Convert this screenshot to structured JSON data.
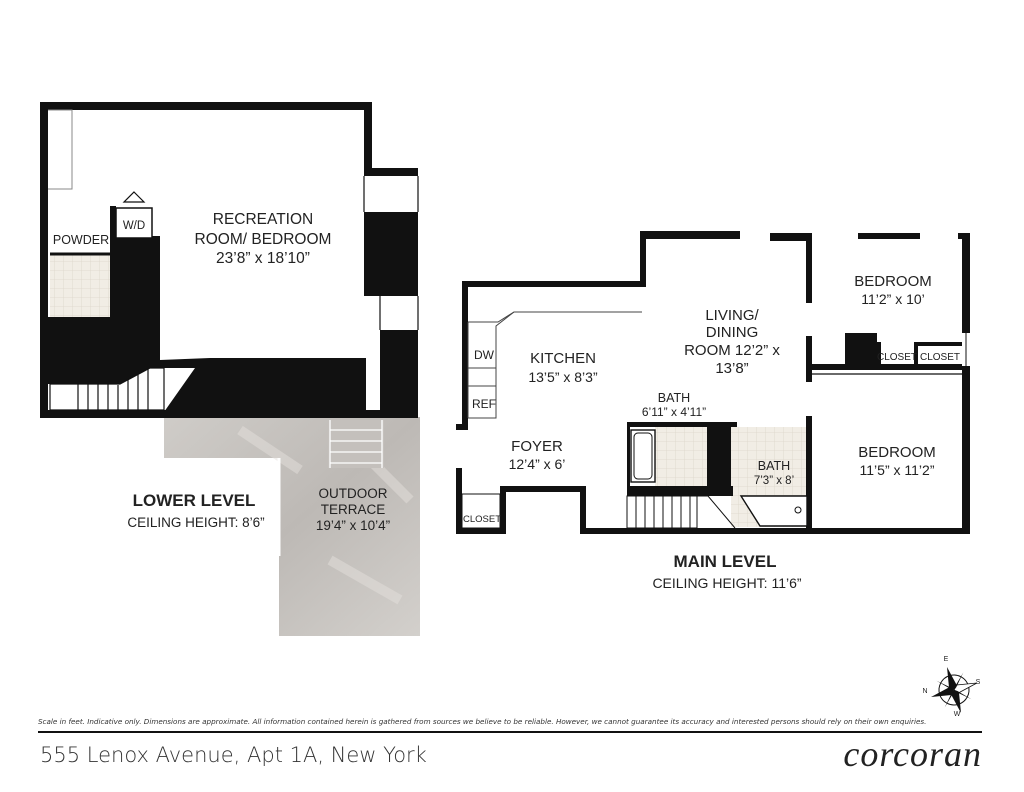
{
  "lower_level": {
    "title": "LOWER LEVEL",
    "ceiling": "CEILING HEIGHT: 8’6”",
    "rooms": {
      "recreation_name_1": "RECREATION",
      "recreation_name_2": "ROOM/ BEDROOM",
      "recreation_dims": "23’8” x 18’10”",
      "powder": "POWDER",
      "wd": "W/D",
      "terrace_name_1": "OUTDOOR",
      "terrace_name_2": "TERRACE",
      "terrace_dims": "19’4” x 10’4”"
    }
  },
  "main_level": {
    "title": "MAIN LEVEL",
    "ceiling": "CEILING HEIGHT: 11’6”",
    "rooms": {
      "bedroom1_name": "BEDROOM",
      "bedroom1_dims": "11’2” x 10’",
      "living_1": "LIVING/",
      "living_2": "DINING",
      "living_3": "ROOM 12’2” x",
      "living_4": "13’8”",
      "kitchen_name": "KITCHEN",
      "kitchen_dims": "13’5” x 8’3”",
      "dw": "DW",
      "ref": "REF",
      "bath1_name": "BATH",
      "bath1_dims": "6’11” x 4’11”",
      "closet1": "CLOSET",
      "closet2": "CLOSET",
      "foyer_name": "FOYER",
      "foyer_dims": "12’4” x 6’",
      "bath2_name": "BATH",
      "bath2_dims": "7’3” x 8’",
      "bedroom2_name": "BEDROOM",
      "bedroom2_dims": "11’5” x 11’2”",
      "closet3": "CLOSET"
    }
  },
  "compass": {
    "n": "N",
    "e": "E",
    "s": "S",
    "w": "W"
  },
  "disclaimer": "Scale in feet. Indicative only. Dimensions are approximate. All information contained herein is gathered from sources we believe to be reliable. However, we cannot guarantee its accuracy and interested persons should rely on their own enquiries.",
  "address": "555 Lenox Avenue, Apt 1A, New York",
  "brand": "corcoran",
  "colors": {
    "wall": "#111111",
    "terrace": "#c9c5c1",
    "tile": "#f1ede5"
  }
}
